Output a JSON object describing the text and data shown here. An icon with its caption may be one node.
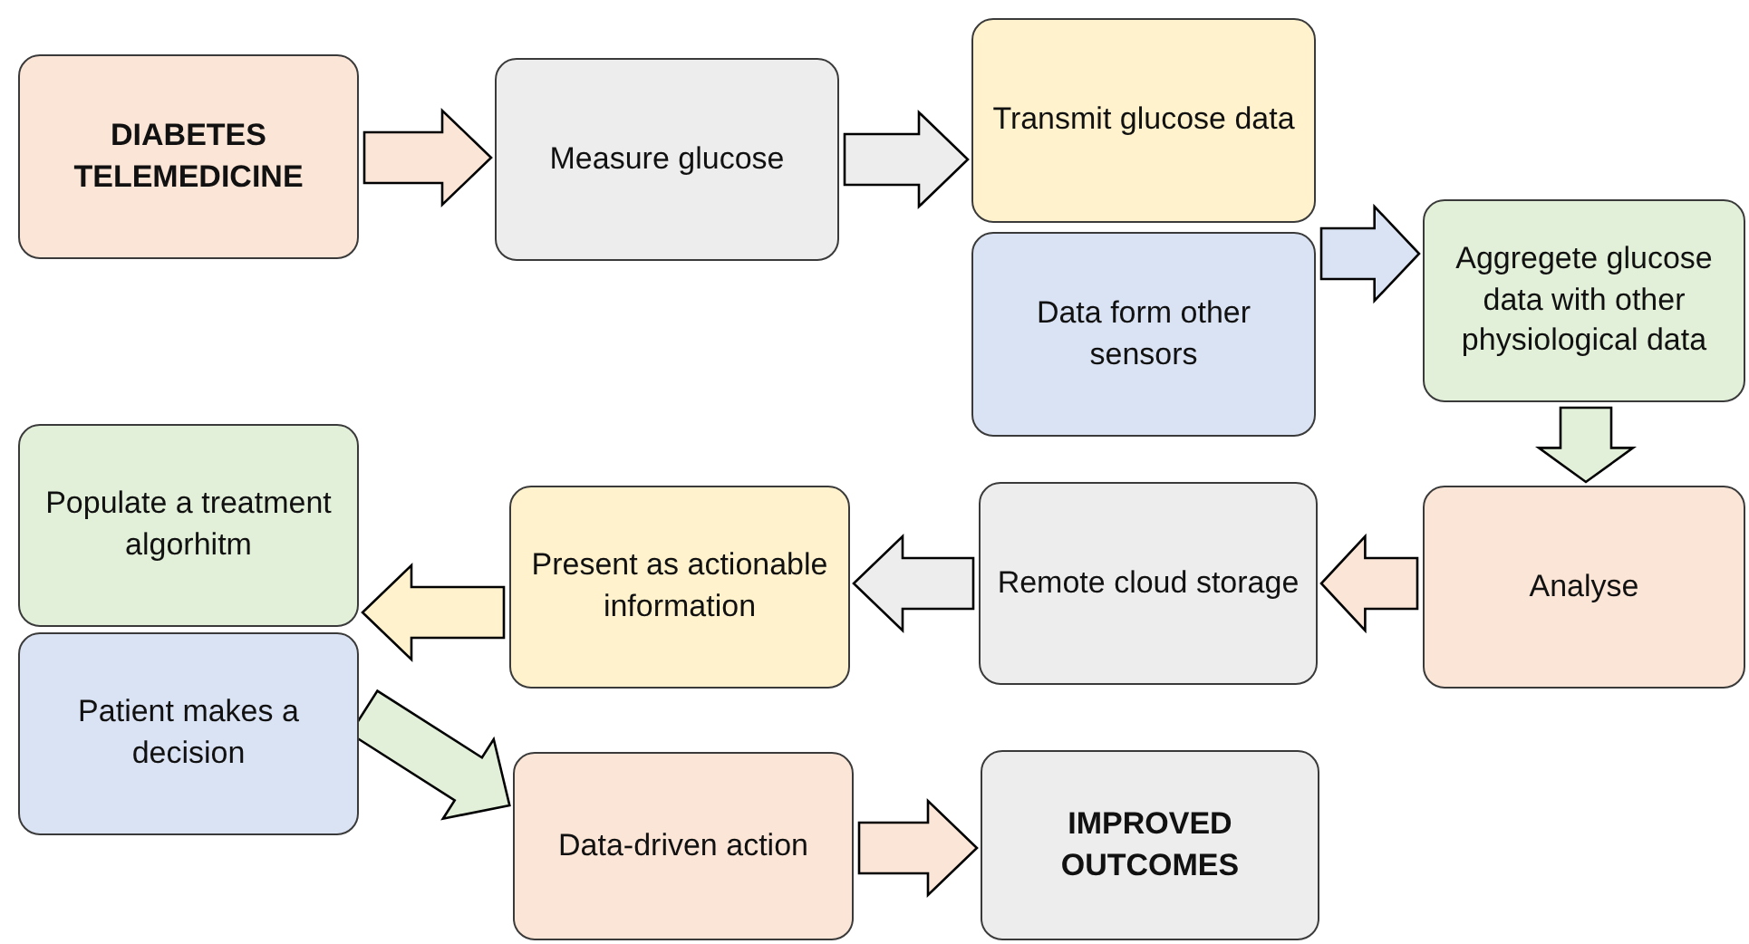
{
  "diagram": {
    "nodes": [
      {
        "text": [
          "DIABETES TELEMEDICINE"
        ]
      },
      {
        "text": [
          "Measure glucose"
        ]
      },
      {
        "text": [
          "Transmit glucose data"
        ]
      },
      {
        "text": [
          "Data form other sensors"
        ]
      },
      {
        "text": [
          "Aggregete glucose data with other physiological data"
        ]
      },
      {
        "text": [
          "Analyse"
        ]
      },
      {
        "text": [
          "Remote cloud storage"
        ]
      },
      {
        "text": [
          "Present as actionable information"
        ]
      },
      {
        "text": [
          "Populate a treatment algorhitm"
        ]
      },
      {
        "text": [
          "Patient makes a decision"
        ]
      },
      {
        "text": [
          "Data-driven action"
        ]
      },
      {
        "text": [
          "IMPROVED OUTCOMES"
        ]
      }
    ],
    "edges": [
      {
        "from": 0,
        "to": 1,
        "arrow": "to",
        "style": "thick",
        "color": "#fbe5d6"
      },
      {
        "from": 1,
        "to": 2,
        "arrow": "to",
        "style": "thick",
        "color": "#ededed"
      },
      {
        "from": 3,
        "to": 4,
        "arrow": "to",
        "style": "thick",
        "color": "#dae3f3"
      },
      {
        "from": 4,
        "to": 5,
        "arrow": "to",
        "style": "thick",
        "color": "#e2f0d9"
      },
      {
        "from": 5,
        "to": 6,
        "arrow": "to",
        "style": "thick",
        "color": "#fbe5d6"
      },
      {
        "from": 6,
        "to": 7,
        "arrow": "to",
        "style": "thick",
        "color": "#ededed"
      },
      {
        "from": 7,
        "to": 8,
        "arrow": "to",
        "style": "thick",
        "color": "#fff2cc"
      },
      {
        "from": 9,
        "to": 10,
        "arrow": "to",
        "style": "thick",
        "color": "#e2f0d9"
      },
      {
        "from": 10,
        "to": 11,
        "arrow": "to",
        "style": "thick",
        "color": "#fbe5d6"
      }
    ]
  }
}
